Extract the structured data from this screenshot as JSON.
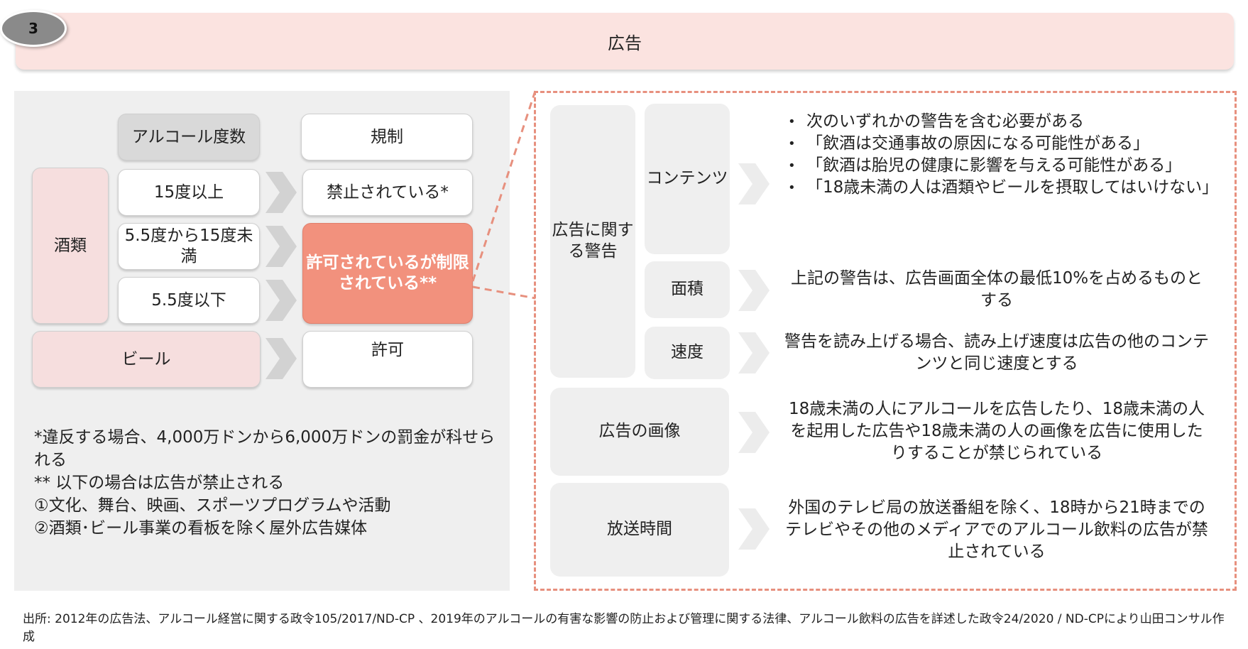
{
  "header": {
    "badge": "3",
    "title": "広告"
  },
  "left": {
    "head_degree": "アルコール度数",
    "head_rule": "規制",
    "row_label_liquor": "酒類",
    "row_label_beer": "ビール",
    "degree_1": "15度以上",
    "degree_2": "5.5度から15度未満",
    "degree_3": "5.5度以下",
    "rule_prohibited": "禁止されている*",
    "rule_restricted": "許可されているが制限されている**",
    "rule_allowed": "許可",
    "notes": [
      "*違反する場合、4,000万ドンから6,000万ドンの罰金が科せられる",
      "** 以下の場合は広告が禁止される",
      "①文化、舞台、映画、スポーツプログラムや活動",
      "②酒類･ビール事業の看板を除く屋外広告媒体"
    ]
  },
  "right": {
    "warning_group": "広告に関する警告",
    "content_label": "コンテンツ",
    "content_bullets": [
      "次のいずれかの警告を含む必要がある",
      "「飲酒は交通事故の原因になる可能性がある」",
      "「飲酒は胎児の健康に影響を与える可能性がある」",
      "「18歳未満の人は酒類やビールを摂取してはいけない」"
    ],
    "area_label": "面積",
    "area_text": "上記の警告は、広告画面全体の最低10%を占めるものとする",
    "speed_label": "速度",
    "speed_text": "警告を読み上げる場合、読み上げ速度は広告の他のコンテンツと同じ速度とする",
    "image_label": "広告の画像",
    "image_text": "18歳未満の人にアルコールを広告したり、18歳未満の人を起用した広告や18歳未満の人の画像を広告に使用したりすることが禁じられている",
    "time_label": "放送時間",
    "time_text": "外国のテレビ局の放送番組を除く、18時から21時までのテレビやその他のメディアでのアルコール飲料の広告が禁止されている"
  },
  "source": "出所: 2012年の広告法、アルコール経営に関する政令105/2017/ND-CP 、2019年のアルコールの有害な影響の防止および管理に関する法律、アルコール飲料の広告を詳述した政令24/2020 / ND-CPにより山田コンサル作成",
  "colors": {
    "header_bg": "#fbe3e0",
    "accent_salmon": "#f2917d",
    "dashed_border": "#e7907e",
    "panel_grey": "#efefef"
  },
  "icons": [
    "chevron-right-icon"
  ]
}
